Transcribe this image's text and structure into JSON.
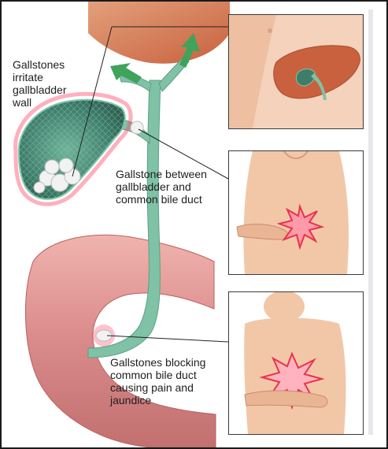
{
  "labels": {
    "irritate": "Gallstones\nirritate\ngallbladder\nwall",
    "between": "Gallstone between\ngallbladder and\ncommon bile duct",
    "blocking": "Gallstones blocking\ncommon bile duct\ncausing pain and\njaundice"
  },
  "colors": {
    "gallbladder": "#3f7d6b",
    "bile_duct": "#7fc2a6",
    "intestine": "#d98a8a",
    "liver": "#c9613f",
    "skin": "#f2c7a8",
    "pain": "#e8334a",
    "irritation": "#ff4d6d",
    "stone": "#f2f2f2",
    "leader_line": "#222222"
  },
  "icons": {
    "arrow_left": "green-arrow-icon",
    "arrow_right": "green-arrow-icon",
    "pain_burst": "pain-starburst-icon"
  }
}
